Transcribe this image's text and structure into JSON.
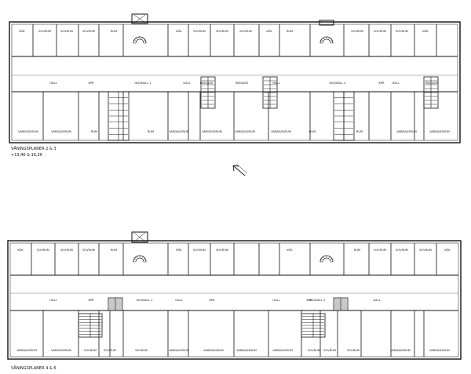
{
  "upper_plan": {
    "caption": "VÅNINGSPLANER 2 & 3",
    "subcaption": "+13,46 & 16,36",
    "row_top": [
      "KÖK",
      "SOVRUM",
      "SOVRUM",
      "SOVRUM",
      "RUM",
      "KÖK",
      "SOVRUM",
      "SOVRUM",
      "SOVRUM",
      "KÖK",
      "RUM",
      "SOVRUM",
      "SOVRUM",
      "SOVRUM",
      "KÖK"
    ],
    "row_mid": [
      "HALL",
      "KPR",
      "HISSHALL 1",
      "HALL",
      "PASSAGE",
      "PASSAGE",
      "HALL",
      "HISSHALL 2",
      "KPR",
      "HALL",
      "PASSAGE"
    ],
    "row_bottom": [
      "VARDAGSRUM",
      "VARDAGSRUM",
      "RUM",
      "RUM",
      "VARDAGSRUM",
      "VARDAGSRUM",
      "VARDAGSRUM",
      "VARDAGSRUM",
      "RUM",
      "RUM",
      "VARDAGSRUM",
      "VARDAGSRUM"
    ]
  },
  "lower_plan": {
    "caption": "VÅNINGSPLANER 4 & 6",
    "row_top": [
      "KÖK",
      "SOVRUM",
      "SOVRUM",
      "SOVRUM",
      "RUM",
      "KÖK",
      "SOVRUM",
      "SOVRUM",
      "KÖK",
      "RUM",
      "SOVRUM",
      "SOVRUM",
      "SOVRUM",
      "KÖK"
    ],
    "row_mid": [
      "HALL",
      "KPR",
      "HISSHALL 1",
      "HALL",
      "KPR",
      "HALL",
      "HISSHALL 2",
      "KPR",
      "HALL"
    ],
    "row_bottom": [
      "VARDAGSRUM",
      "VARDAGSRUM",
      "SOVRUM",
      "SOVRUM",
      "SOVRUM",
      "VARDAGSRUM",
      "VARDAGSRUM",
      "VARDAGSRUM",
      "VARDAGSRUM",
      "SOVRUM",
      "SOVRUM",
      "SOVRUM",
      "VARDAGSRUM",
      "VARDAGSRUM"
    ]
  },
  "north_arrow_icon": "arrow-up-left-icon"
}
